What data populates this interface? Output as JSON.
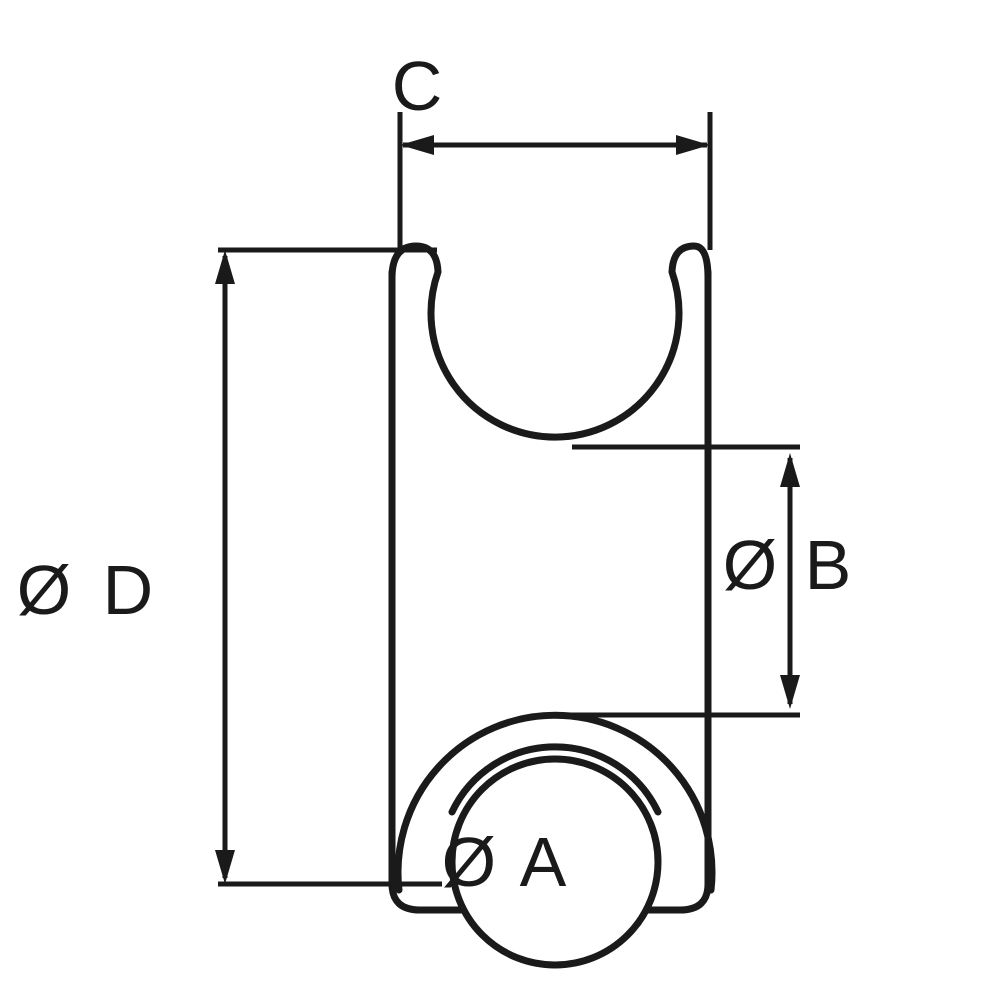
{
  "labels": {
    "c": "C",
    "d": "Ø D",
    "b": "Ø B",
    "a": "Ø A"
  },
  "colors": {
    "line": "#1a1a1a",
    "background": "#ffffff"
  }
}
